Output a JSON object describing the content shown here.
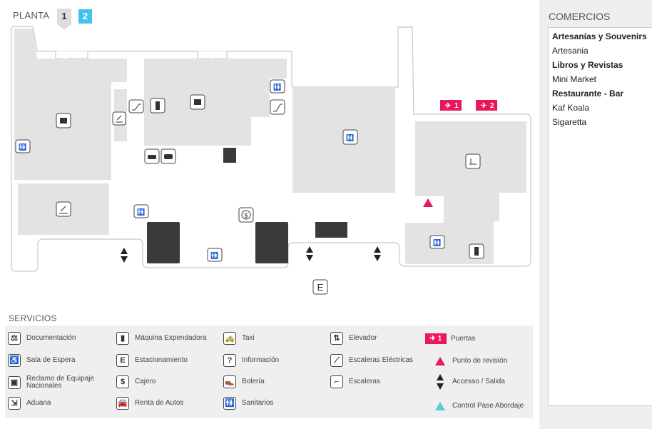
{
  "floor_selector": {
    "label": "PLANTA",
    "floors": [
      "1",
      "2"
    ],
    "active": "1"
  },
  "map": {
    "gates": [
      {
        "icon": "plane-icon",
        "number": "1"
      },
      {
        "icon": "plane-icon",
        "number": "2"
      }
    ],
    "entrance_letter": "E",
    "colors": {
      "area": "#e3e3e3",
      "outline": "#c8c8c8",
      "dark": "#3a3a3a",
      "accent": "#e8185a",
      "active_floor": "#3fc3e8"
    }
  },
  "servicios": {
    "title": "SERVICIOS",
    "items": [
      {
        "icon": "documentation-icon",
        "label": "Documentación"
      },
      {
        "icon": "waiting-room-icon",
        "label": "Sala de Espera"
      },
      {
        "icon": "baggage-claim-icon",
        "label": "Reclamo de Equipaje Nacionales"
      },
      {
        "icon": "customs-icon",
        "label": "Aduana"
      },
      {
        "icon": "vending-machine-icon",
        "label": "Máquina Expendadora"
      },
      {
        "icon": "parking-icon",
        "glyph": "E",
        "label": "Estacionamiento"
      },
      {
        "icon": "atm-icon",
        "glyph": "$",
        "label": "Cajero"
      },
      {
        "icon": "car-rental-icon",
        "label": "Renta de Autos"
      },
      {
        "icon": "taxi-icon",
        "label": "Taxi"
      },
      {
        "icon": "information-icon",
        "glyph": "?",
        "label": "Información"
      },
      {
        "icon": "shoe-shine-icon",
        "label": "Bolería"
      },
      {
        "icon": "restrooms-icon",
        "label": "Sanitarios"
      },
      {
        "icon": "elevator-icon",
        "label": "Elevador"
      },
      {
        "icon": "escalator-icon",
        "label": "Escaleras Eléctricas"
      },
      {
        "icon": "stairs-icon",
        "label": "Escaleras"
      },
      {
        "icon": "gates-icon",
        "badge": "1",
        "label": "Puertas"
      },
      {
        "icon": "checkpoint-icon",
        "label": "Punto de revisión"
      },
      {
        "icon": "access-exit-icon",
        "label": "Accesso / Salida"
      },
      {
        "icon": "boarding-control-icon",
        "label": "Control Pase Abordaje"
      }
    ]
  },
  "comercios": {
    "title": "COMERCIOS",
    "items": [
      {
        "label": "Artesanías y Souvenirs",
        "category": true
      },
      {
        "label": "Artesania",
        "category": false
      },
      {
        "label": "Libros y Revistas",
        "category": true
      },
      {
        "label": "Mini Market",
        "category": false
      },
      {
        "label": "Restaurante - Bar",
        "category": true
      },
      {
        "label": "Kaf Koala",
        "category": false
      },
      {
        "label": "Sigaretta",
        "category": false
      }
    ]
  }
}
